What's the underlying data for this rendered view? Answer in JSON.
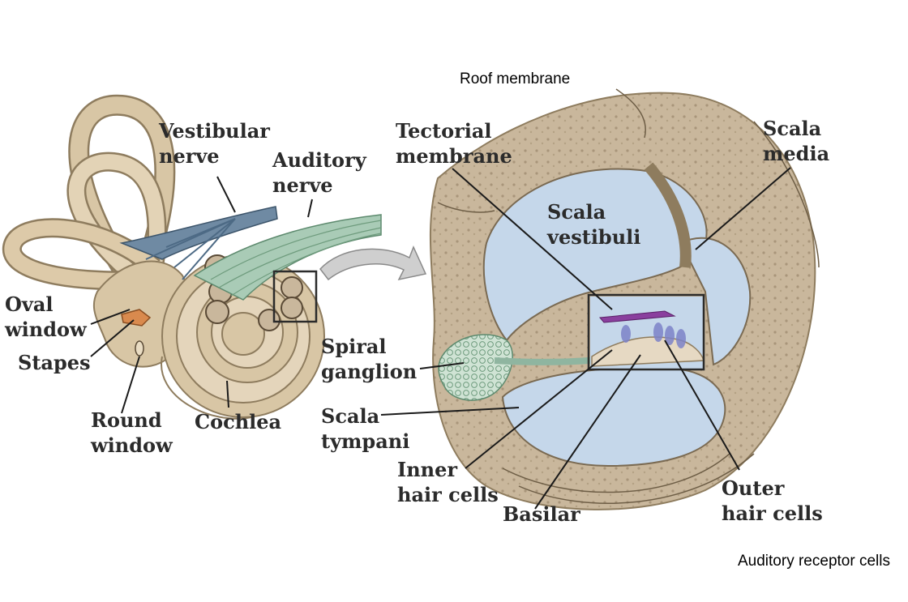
{
  "captions": {
    "top": "Roof membrane",
    "bottom": "Auditory receptor cells"
  },
  "labels": {
    "vestibular_nerve": "Vestibular\nnerve",
    "auditory_nerve": "Auditory\nnerve",
    "oval_window": "Oval\nwindow",
    "stapes": "Stapes",
    "round_window": "Round\nwindow",
    "cochlea": "Cochlea",
    "tectorial_membrane": "Tectorial\nmembrane",
    "scala_media": "Scala\nmedia",
    "scala_vestibuli": "Scala\nvestibuli",
    "spiral_ganglion": "Spiral\nganglion",
    "scala_tympani": "Scala\ntympani",
    "inner_hair_cells": "Inner\nhair cells",
    "basilar_membrane": "Basilar",
    "outer_hair_cells": "Outer\nhair cells"
  },
  "colors": {
    "bone": "#c9b79c",
    "bone_dark": "#a8957a",
    "fluid": "#c5d7ea",
    "labyrinth": "#d8c6a5",
    "vestibular_nerve": "#6f8aa3",
    "auditory_nerve": "#8fb5a0",
    "stapes": "#d98a4e",
    "tectorial": "#8a3f9e",
    "hair_cells": "#7d83c8"
  }
}
